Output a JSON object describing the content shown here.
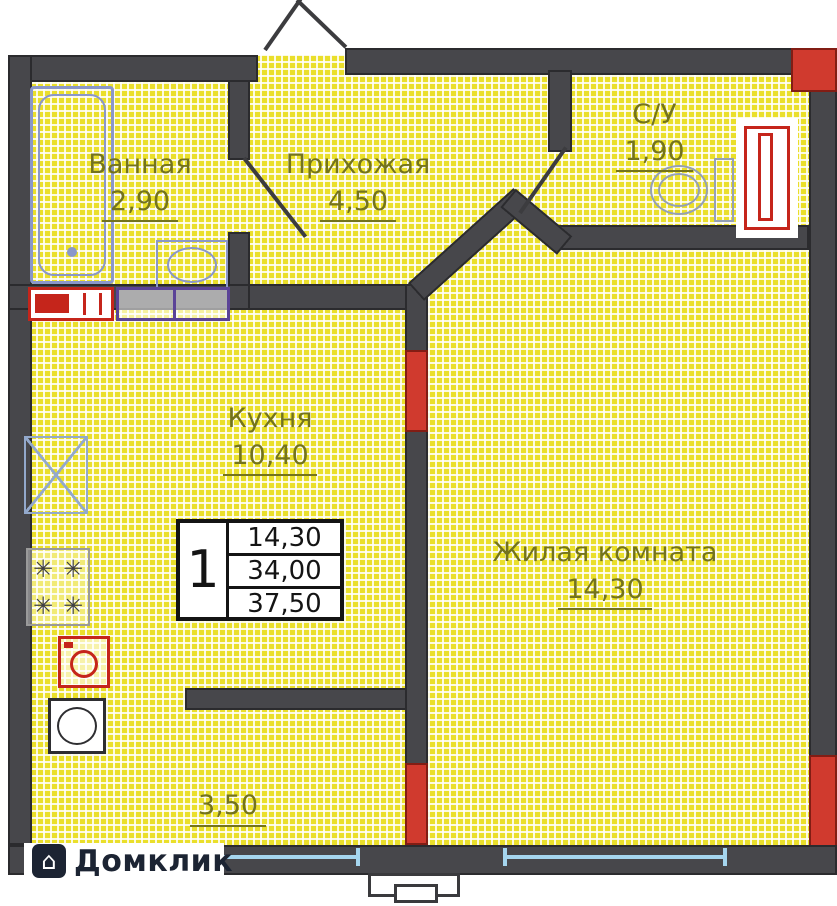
{
  "rooms": [
    {
      "id": "bathroom",
      "name": "Ванная",
      "area": "2,90"
    },
    {
      "id": "hallway",
      "name": "Прихожая",
      "area": "4,50"
    },
    {
      "id": "wc",
      "name": "С/У",
      "area": "1,90"
    },
    {
      "id": "kitchen",
      "name": "Кухня",
      "area": "10,40"
    },
    {
      "id": "living-room",
      "name": "Жилая комната",
      "area": "14,30"
    },
    {
      "id": "loggia",
      "name": "",
      "area": "3,50"
    }
  ],
  "legend": {
    "rooms_count": "1",
    "values": [
      "14,30",
      "34,00",
      "37,50"
    ]
  },
  "watermark": {
    "brand": "Домклик",
    "icon_glyph": "⌂"
  },
  "icons": {
    "burner_glyph": "✳"
  },
  "colors": {
    "floor_yellow": "#eadf2b",
    "wall_dark": "#47474b",
    "accent_red": "#d03a2e",
    "fixture_blue": "#8a97c9",
    "fixture_purple": "#5b4397",
    "label_olive": "#73731d",
    "window_blue": "#a5d6ef",
    "brand_navy": "#1c2433"
  }
}
